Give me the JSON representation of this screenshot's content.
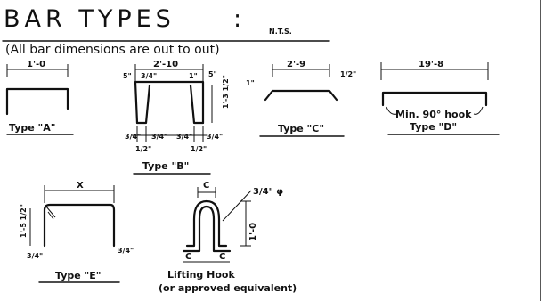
{
  "title": "BAR TYPES",
  "colon": ":",
  "nts": "N.T.S.",
  "subtitle": "(All bar dimensions are out to out)",
  "type_a": {
    "label": "Type \"A\"",
    "dim": "1'-0"
  },
  "type_b": {
    "label": "Type \"B\"",
    "dim_top": "2'-10",
    "dim_left": "5\"",
    "dim_right": "5\"",
    "dim_inner_l": "3/4\"",
    "dim_inner_r": "1\"",
    "dim_height": "1'-3 1/2\"",
    "dim_bot_a": "3/4\"",
    "dim_bot_b": "3/4\"",
    "dim_bot_c": "3/4\"",
    "dim_bot_d": "3/4\"",
    "dim_bot_e": "1/2\"",
    "dim_bot_f": "1/2\""
  },
  "type_c": {
    "label": "Type \"C\"",
    "dim_top": "2'-9",
    "dim_left": "1\"",
    "dim_right": "1/2\""
  },
  "type_d": {
    "label": "Type \"D\"",
    "dim_top": "19'-8",
    "hook_note": "Min. 90° hook"
  },
  "type_e": {
    "label": "Type \"E\"",
    "dim_top": "X",
    "dim_side": "1'-5 1/2\"",
    "dim_bot_l": "3/4\"",
    "dim_bot_r": "3/4\""
  },
  "lifting": {
    "label1": "Lifting Hook",
    "label2": "(or approved equivalent)",
    "dim_top": "C",
    "dim_dia": "3/4\" φ",
    "dim_height": "1'-0",
    "dim_foot_l": "C",
    "dim_foot_r": "C"
  }
}
